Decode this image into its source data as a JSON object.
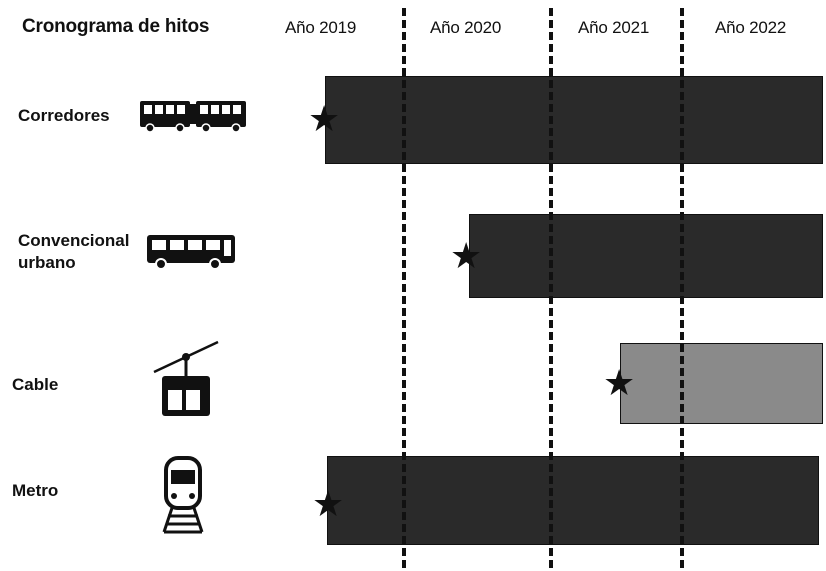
{
  "title": "Cronograma de hitos",
  "years": [
    "Año 2019",
    "Año 2020",
    "Año 2021",
    "Año 2022"
  ],
  "rows": [
    {
      "label": "Corredores",
      "icon": "articulated-bus-icon",
      "start_year": 2019,
      "bar_tone": "dark"
    },
    {
      "label_line1": "Convencional",
      "label_line2": "urbano",
      "icon": "bus-icon",
      "start_year": 2020,
      "bar_tone": "dark"
    },
    {
      "label": "Cable",
      "icon": "cable-car-icon",
      "start_year": 2021,
      "bar_tone": "light"
    },
    {
      "label": "Metro",
      "icon": "train-icon",
      "start_year": 2019,
      "bar_tone": "dark"
    }
  ],
  "milestone_icon": "star-icon",
  "colors": {
    "dark_bar": "#2a2a2a",
    "light_bar": "#8a8a8a",
    "text": "#111111"
  }
}
